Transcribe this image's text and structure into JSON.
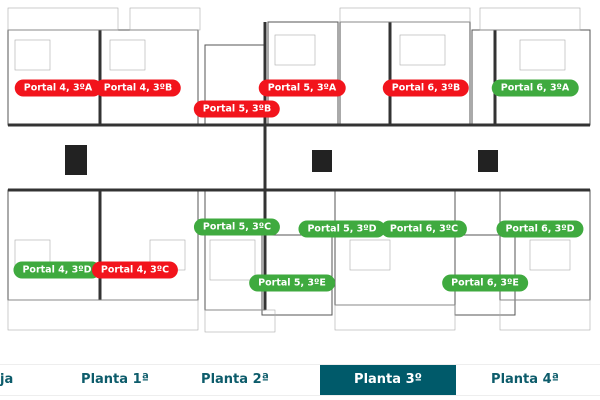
{
  "units": [
    {
      "label": "Portal 4, 3ºA",
      "status": "sold"
    },
    {
      "label": "Portal 4, 3ºB",
      "status": "sold"
    },
    {
      "label": "Portal 5, 3ºB",
      "status": "sold"
    },
    {
      "label": "Portal 5, 3ºA",
      "status": "sold"
    },
    {
      "label": "Portal 6, 3ºB",
      "status": "sold"
    },
    {
      "label": "Portal 6, 3ºA",
      "status": "available"
    },
    {
      "label": "Portal 5, 3ºC",
      "status": "available"
    },
    {
      "label": "Portal 5, 3ºD",
      "status": "available"
    },
    {
      "label": "Portal 6, 3ºC",
      "status": "available"
    },
    {
      "label": "Portal 6, 3ºD",
      "status": "available"
    },
    {
      "label": "Portal 4, 3ºD",
      "status": "available"
    },
    {
      "label": "Portal 4, 3ºC",
      "status": "sold"
    },
    {
      "label": "Portal 5, 3ºE",
      "status": "available"
    },
    {
      "label": "Portal 6, 3ºE",
      "status": "available"
    }
  ],
  "colors": {
    "sold": "#f2141c",
    "available": "#3faa3f",
    "accent": "#005a6a"
  },
  "tabs": [
    {
      "label": "ja"
    },
    {
      "label": "Planta 1ª"
    },
    {
      "label": "Planta 2ª"
    },
    {
      "label": "Planta 3º",
      "active": true
    },
    {
      "label": "Planta 4ª"
    }
  ]
}
